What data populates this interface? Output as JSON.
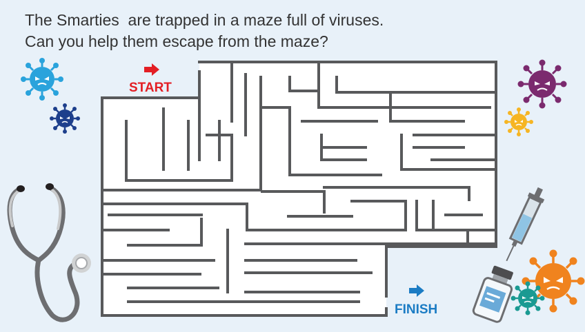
{
  "instructions": {
    "line1": "The Smarties  are trapped in a maze full of viruses.",
    "line2": "Can you help them escape from the maze?"
  },
  "maze": {
    "start_label": "START",
    "finish_label": "FINISH",
    "colors": {
      "wall": "#58595b",
      "path": "#ffffff",
      "start": "#e31e24",
      "finish": "#1b7cc4"
    }
  },
  "decorations": {
    "icons": [
      "virus-icon",
      "syringe-icon",
      "vaccine-vial-icon",
      "stethoscope-icon"
    ],
    "virus_colors": [
      "#2aa3dc",
      "#1d3f8c",
      "#7b2a6e",
      "#f6b523",
      "#f0831e",
      "#1a9a92"
    ]
  }
}
